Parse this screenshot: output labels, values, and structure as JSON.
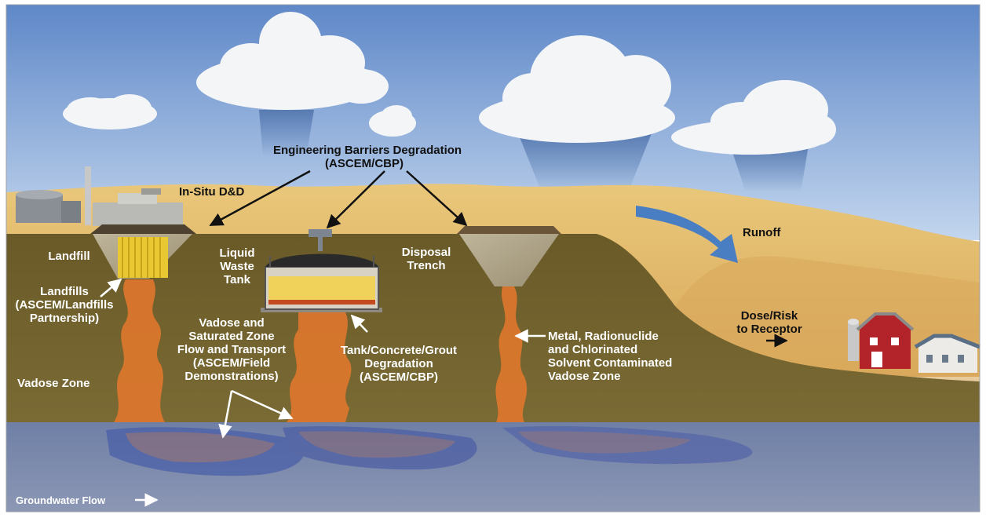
{
  "labels": {
    "title_line1": "Engineering Barriers Degradation",
    "title_line2": "(ASCEM/CBP)",
    "insitu": "In-Situ D&D",
    "landfill": "Landfill",
    "landfills_1": "Landfills",
    "landfills_2": "(ASCEM/Landfills",
    "landfills_3": "Partnership)",
    "lwt_1": "Liquid",
    "lwt_2": "Waste",
    "lwt_3": "Tank",
    "disposal_1": "Disposal",
    "disposal_2": "Trench",
    "vadose_1": "Vadose and",
    "vadose_2": "Saturated Zone",
    "vadose_3": "Flow and Transport",
    "vadose_4": "(ASCEM/Field",
    "vadose_5": "Demonstrations)",
    "tank_1": "Tank/Concrete/Grout",
    "tank_2": "Degradation",
    "tank_3": "(ASCEM/CBP)",
    "metal_1": "Metal, Radionuclide",
    "metal_2": "and Chlorinated",
    "metal_3": "Solvent Contaminated",
    "metal_4": "Vadose Zone",
    "vadose_zone": "Vadose Zone",
    "runoff": "Runoff",
    "dose_1": "Dose/Risk",
    "dose_2": "to Receptor",
    "groundwater": "Groundwater Flow"
  },
  "colors": {
    "sky_top": "#5f88c8",
    "sky_bottom": "#b9d0ec",
    "sand": "#e0b768",
    "soil": "#6e5e2c",
    "water": "#7d8cae",
    "plume": "#e0782e",
    "arrow_blue": "#4a7ec2"
  }
}
